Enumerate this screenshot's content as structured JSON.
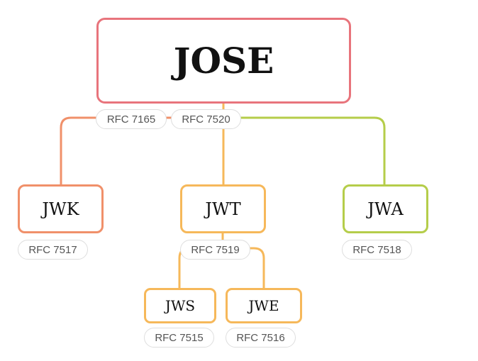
{
  "colors": {
    "root_border": "#e8747c",
    "jwk_branch": "#f0906a",
    "jwt_branch": "#f6b85a",
    "jwa_branch": "#b5cd4a",
    "tag_border": "#dedede",
    "tag_text": "#555555",
    "node_text": "#111111"
  },
  "root": {
    "label": "JOSE",
    "tags": [
      "RFC 7165",
      "RFC 7520"
    ]
  },
  "children": [
    {
      "label": "JWK",
      "tag": "RFC 7517"
    },
    {
      "label": "JWT",
      "tag": "RFC 7519",
      "children": [
        {
          "label": "JWS",
          "tag": "RFC 7515"
        },
        {
          "label": "JWE",
          "tag": "RFC 7516"
        }
      ]
    },
    {
      "label": "JWA",
      "tag": "RFC 7518"
    }
  ]
}
